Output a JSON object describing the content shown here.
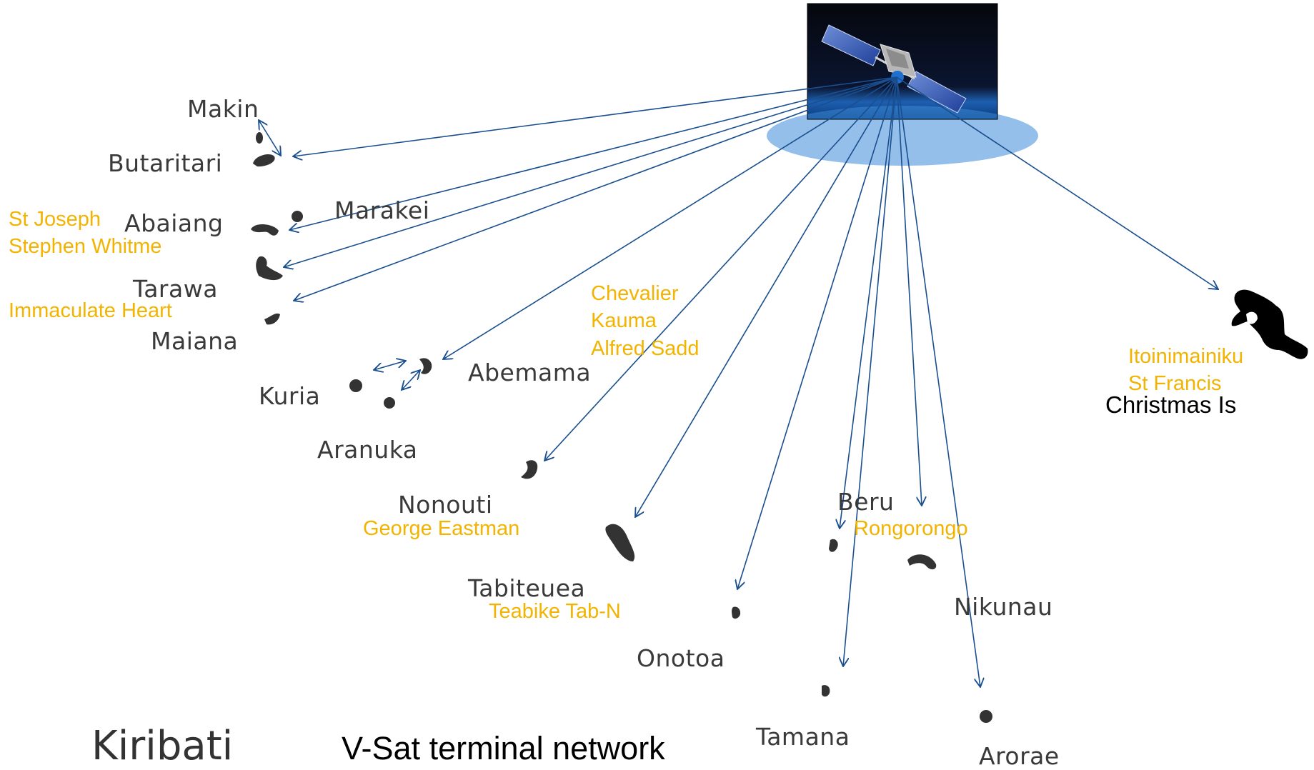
{
  "colors": {
    "link": "#1a4f8f",
    "island_label": "#3a3a3a",
    "school_label": "#f2b400",
    "island_shape": "#333333"
  },
  "map": {
    "country": "Kiribati",
    "title": "V-Sat terminal network",
    "islands": {
      "makin": "Makin",
      "butaritari": "Butaritari",
      "abaiang": "Abaiang",
      "marakei": "Marakei",
      "tarawa": "Tarawa",
      "maiana": "Maiana",
      "kuria": "Kuria",
      "abemama": "Abemama",
      "aranuka": "Aranuka",
      "nonouti": "Nonouti",
      "tabiteuea": "Tabiteuea",
      "onotoa": "Onotoa",
      "beru": "Beru",
      "nikunau": "Nikunau",
      "tamana": "Tamana",
      "arorae": "Arorae",
      "christmas": "Christmas Is"
    },
    "schools": {
      "st_joseph": "St Joseph",
      "stephen_whitme": "Stephen Whitme",
      "immaculate_heart": "Immaculate Heart",
      "chevalier": "Chevalier",
      "kauma": "Kauma",
      "alfred_sadd": "Alfred Sadd",
      "george_eastman": "George Eastman",
      "teabike": "Teabike Tab-N",
      "rongorongo": "Rongorongo",
      "itoinimainiku": "Itoinimainiku",
      "st_francis": "St Francis"
    }
  }
}
